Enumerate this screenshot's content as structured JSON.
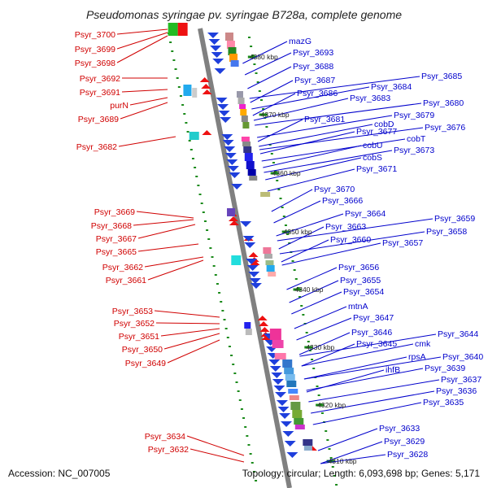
{
  "title": "Pseudomonas syringae pv. syringae B728a, complete genome",
  "footer": {
    "accession": "Accession: NC_007005",
    "summary": "Topology: circular; Length: 6,093,698 bp; Genes: 5,171"
  },
  "colors": {
    "backbone": "#808080",
    "left_label": "#d00000",
    "right_label": "#0000cc",
    "tick": "#1a8a1a",
    "reverse_gene": "#1f3fdc",
    "forward_gene": "#ee1111"
  },
  "scale_marks": [
    "4380 kbp",
    "4370 kbp",
    "4360 kbp",
    "4350 kbp",
    "4340 kbp",
    "4330 kbp",
    "4320 kbp",
    "4310 kbp"
  ],
  "left_labels": [
    "Psyr_3700",
    "Psyr_3699",
    "Psyr_3698",
    "Psyr_3692",
    "Psyr_3691",
    "purN",
    "Psyr_3689",
    "Psyr_3682",
    "Psyr_3669",
    "Psyr_3668",
    "Psyr_3667",
    "Psyr_3665",
    "Psyr_3662",
    "Psyr_3661",
    "Psyr_3653",
    "Psyr_3652",
    "Psyr_3651",
    "Psyr_3650",
    "Psyr_3649",
    "Psyr_3634",
    "Psyr_3632"
  ],
  "right_labels": [
    "mazG",
    "Psyr_3693",
    "Psyr_3688",
    "Psyr_3687",
    "Psyr_3686",
    "Psyr_3685",
    "Psyr_3684",
    "Psyr_3683",
    "Psyr_3681",
    "Psyr_3680",
    "Psyr_3679",
    "cobD",
    "Psyr_3677",
    "Psyr_3676",
    "cobU",
    "cobT",
    "Psyr_3673",
    "cobS",
    "Psyr_3671",
    "Psyr_3670",
    "Psyr_3666",
    "Psyr_3664",
    "Psyr_3663",
    "Psyr_3659",
    "Psyr_3660",
    "Psyr_3658",
    "Psyr_3657",
    "Psyr_3656",
    "Psyr_3655",
    "Psyr_3654",
    "mtnA",
    "Psyr_3647",
    "Psyr_3646",
    "Psyr_3644",
    "Psyr_3645",
    "cmk",
    "rpsA",
    "Psyr_3640",
    "ihfB",
    "Psyr_3639",
    "Psyr_3637",
    "Psyr_3636",
    "Psyr_3635",
    "Psyr_3633",
    "Psyr_3629",
    "Psyr_3628"
  ]
}
